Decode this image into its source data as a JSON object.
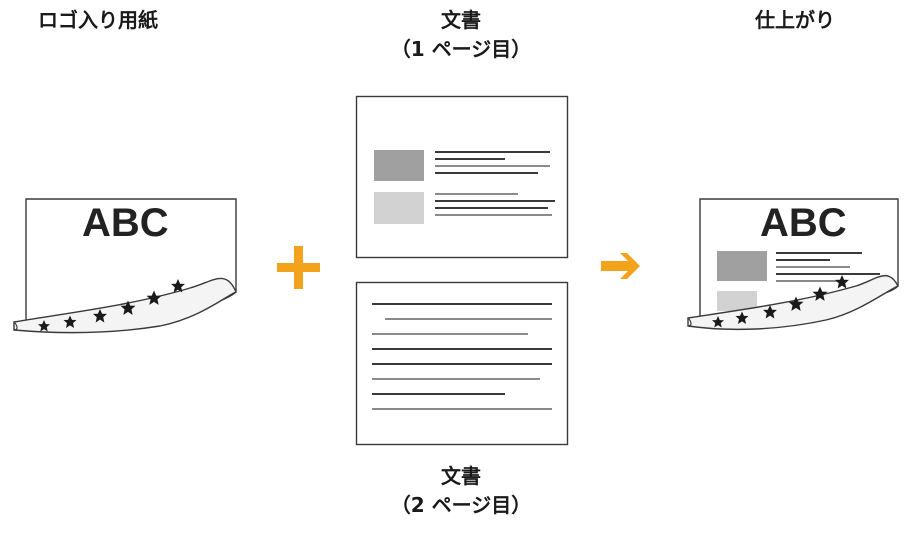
{
  "labels": {
    "logo_paper": "ロゴ入り用紙",
    "document_page1": {
      "line1": "文書",
      "line2": "（1 ページ目）"
    },
    "document_page2": {
      "line1": "文書",
      "line2": "（2 ページ目）"
    },
    "result": "仕上がり"
  },
  "artwork": {
    "logo_text": "ABC",
    "logo_text_result": "ABC"
  },
  "colors": {
    "accent": "#F2A21B",
    "page_outline": "#3a3a3a",
    "block_dark": "#a0a0a0",
    "block_light": "#d2d2d2",
    "text_line_dark": "#3a3a3a",
    "text_line_gray": "#8a8a8a",
    "star": "#1a1a1a"
  },
  "icons": {
    "plus": "plus-icon",
    "arrow": "arrow-right-icon"
  }
}
